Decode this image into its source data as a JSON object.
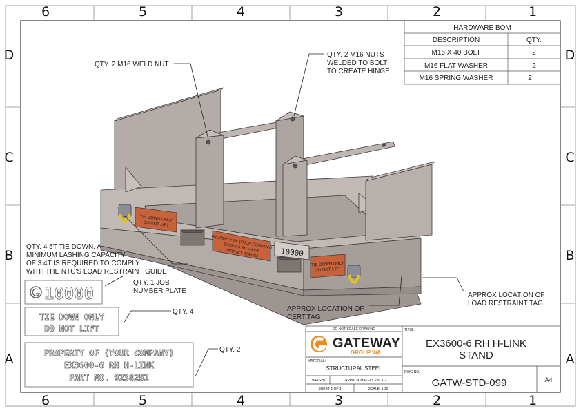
{
  "zones": {
    "columns": [
      "6",
      "5",
      "4",
      "3",
      "2",
      "1"
    ],
    "rows": [
      "D",
      "C",
      "B",
      "A"
    ]
  },
  "bom": {
    "title": "HARDWARE BOM",
    "header_description": "DESCRIPTION",
    "header_qty": "QTY.",
    "items": [
      {
        "description": "M16 X 40 BOLT",
        "qty": "2"
      },
      {
        "description": "M16 FLAT WASHER",
        "qty": "2"
      },
      {
        "description": "M16 SPRING WASHER",
        "qty": "2"
      }
    ]
  },
  "notes": {
    "weld_nut": "QTY. 2 M16 WELD NUT",
    "nuts_line1": "QTY. 2 M16 NUTS",
    "nuts_line2": "WELDED TO BOLT",
    "nuts_line3": "TO CREATE HINGE",
    "tiedown_line1": "QTY. 4 5T TIE DOWN. A",
    "tiedown_line2": "MINIMUM LASHING CAPACITY",
    "tiedown_line3": "OF 3.4T IS REQUIRED TO COMPLY",
    "tiedown_line4": "WITH THE NTC'S LOAD RESTRAINT GUIDE",
    "job_line1": "QTY. 1 JOB",
    "job_line2": "NUMBER PLATE",
    "qty4": "QTY. 4",
    "qty2": "QTY. 2",
    "restraint_line1": "APPROX LOCATION OF",
    "restraint_line2": "LOAD RESTRAINT TAG",
    "cert_line1": "APPROX LOCATION OF",
    "cert_line2": "CERT.TAG"
  },
  "plates": {
    "job_number": "10000",
    "tie_line1": "TIE DOWN ONLY",
    "tie_line2": "DO NOT LIFT",
    "prop_line1": "PROPERTY OF (YOUR COMPANY)",
    "prop_line2": "EX3600-6 RH H-LINK",
    "prop_line3": "PART NO. 9238252"
  },
  "title_block": {
    "do_not_scale": "DO NOT SCALE DRAWING",
    "company": "GATEWAY",
    "company_sub": "GROUP WA",
    "material_label": "MATERIAL:",
    "material": "STRUCTURAL STEEL",
    "weight_label": "WEIGHT:",
    "weight": "APPROXIMATELY 280 KG",
    "sheet": "SHEET 1 OF 1",
    "scale": "SCALE: 1:10",
    "title_label": "TITLE:",
    "title_line1": "EX3600-6 RH H-LINK",
    "title_line2": "STAND",
    "dwg_label": "DWG NO.",
    "dwg_no": "GATW-STD-099",
    "size": "A4"
  },
  "colors": {
    "steel": "#b4aca8",
    "steel_dark": "#8e8783",
    "steel_light": "#cbc5c2",
    "tag": "#c8623a",
    "logo": "#f08a1c",
    "tiedown": "#e3c21f"
  }
}
